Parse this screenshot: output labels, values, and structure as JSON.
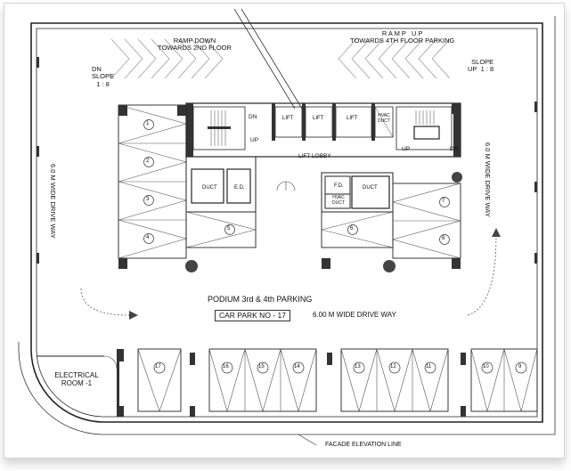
{
  "ramps": {
    "down": {
      "title": "RAMP DOWN",
      "sub": "TOWARDS 2ND FLOOR",
      "dir": "DN",
      "slope": "SLOPE",
      "ratio": "1 : 8"
    },
    "up": {
      "title": "R A M P   U P",
      "sub": "TOWARDS 4TH FLOOR PARKING",
      "dir": "UP",
      "slope": "SLOPE",
      "ratio": "1 : 8"
    }
  },
  "drive_ways": {
    "left": "6.0 M WIDE DRIVE WAY",
    "right": "6.0 M WIDE DRIVE WAY",
    "bottom": "6.00 M WIDE DRIVE WAY"
  },
  "core": {
    "lifts": [
      "LIFT",
      "LIFT",
      "LIFT"
    ],
    "hvac_duct": "HVAC DUCT",
    "lift_lobby": "LIFT LOBBY",
    "stair_left": {
      "dn": "DN",
      "up": "UP"
    },
    "stair_right": {
      "up": "UP",
      "dn": "DN"
    },
    "duct": "DUCT",
    "ed": "E.D.",
    "fd": "F.D.",
    "hvac": "HVAC DUCT",
    "duct2": "DUCT"
  },
  "parking_title": "PODIUM 3rd & 4th PARKING",
  "car_park": "CAR PARK NO - 17",
  "electrical_room": "ELECTRICAL ROOM -1",
  "facade": "FACADE ELEVATION LINE",
  "bays": {
    "left_column": [
      "1",
      "2",
      "3",
      "4"
    ],
    "core_left": "5",
    "core_right": "6",
    "right_column": [
      "7",
      "8"
    ],
    "bottom_row": [
      "17",
      "16",
      "15",
      "14",
      "13",
      "12",
      "11",
      "10",
      "9"
    ]
  }
}
